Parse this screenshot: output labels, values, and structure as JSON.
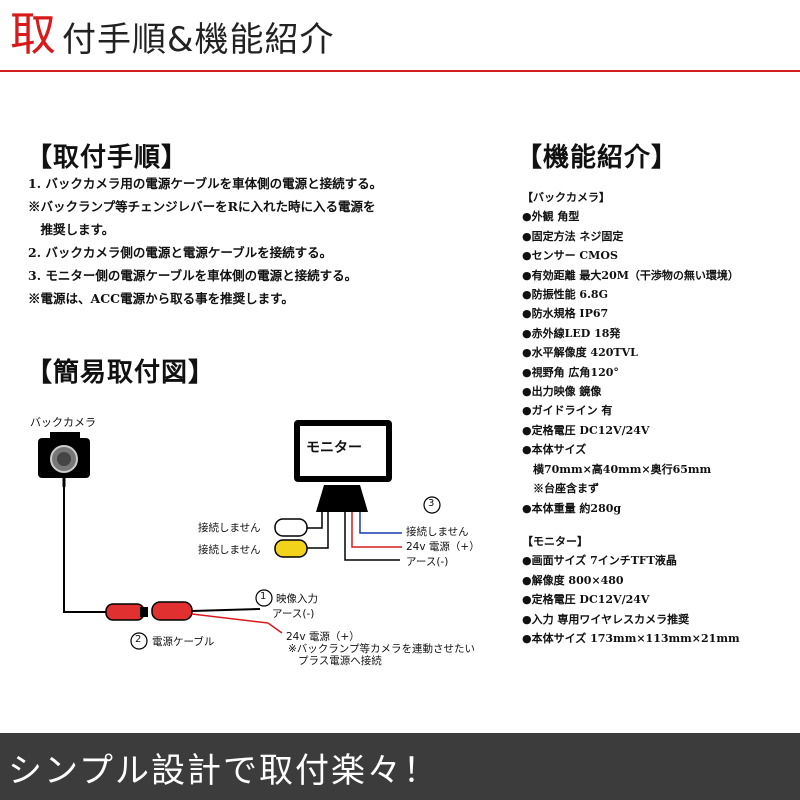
{
  "header": {
    "title_first": "取",
    "title_rest": "付手順&機能紹介"
  },
  "install": {
    "title": "【取付手順】",
    "steps": [
      "1. バックカメラ用の電源ケーブルを車体側の電源と接続する。",
      "※バックランプ等チェンジレバーをRに入れた時に入る電源を",
      "　推奨します。",
      "2. バックカメラ側の電源と電源ケーブルを接続する。",
      "3. モニター側の電源ケーブルを車体側の電源と接続する。",
      "※電源は、ACC電源から取る事を推奨します。"
    ]
  },
  "features": {
    "title": "【機能紹介】",
    "camera_heading": "【バックカメラ】",
    "camera_specs": [
      "●外観 角型",
      "●固定方法 ネジ固定",
      "●センサー CMOS",
      "●有効距離 最大20M（干渉物の無い環境）",
      "●防振性能 6.8G",
      "●防水規格 IP67",
      "●赤外線LED 18発",
      "●水平解像度 420TVL",
      "●視野角 広角120°",
      "●出力映像 鏡像",
      "●ガイドライン 有",
      "●定格電圧 DC12V/24V",
      "●本体サイズ",
      "　横70mm×高40mm×奥行65mm",
      "　※台座含まず",
      "●本体重量 約280g"
    ],
    "monitor_heading": "【モニター】",
    "monitor_specs": [
      "●画面サイズ 7インチTFT液晶",
      "●解像度 800×480",
      "●定格電圧 DC12V/24V",
      "●入力 専用ワイヤレスカメラ推奨",
      "●本体サイズ 173mm×113mm×21mm"
    ]
  },
  "diagram": {
    "title": "【簡易取付図】",
    "camera_label": "バックカメラ",
    "monitor_label": "モニター",
    "no_connect_1": "接続しません",
    "no_connect_2": "接続しません",
    "num_3": "3",
    "no_connect_3": "接続しません",
    "power_24v_a": "24v 電源（+）",
    "ground_a": "アース(-)",
    "num_1": "1",
    "video_in": "映像入力",
    "ground_b": "アース(-)",
    "num_2": "2",
    "power_cable": "電源ケーブル",
    "power_24v_b": "24v 電源（+）",
    "note_line1": "※バックランプ等カメラを連動させたい",
    "note_line2": "プラス電源へ接続"
  },
  "footer": {
    "text": "シンプル設計で取付楽々！"
  },
  "colors": {
    "accent": "#d81a1a",
    "footer_bg": "#3c3c3c",
    "wire_blue": "#1a3ab0",
    "wire_red": "#d81a1a",
    "plug_red": "#e03030",
    "plug_yellow": "#f2d21a"
  }
}
